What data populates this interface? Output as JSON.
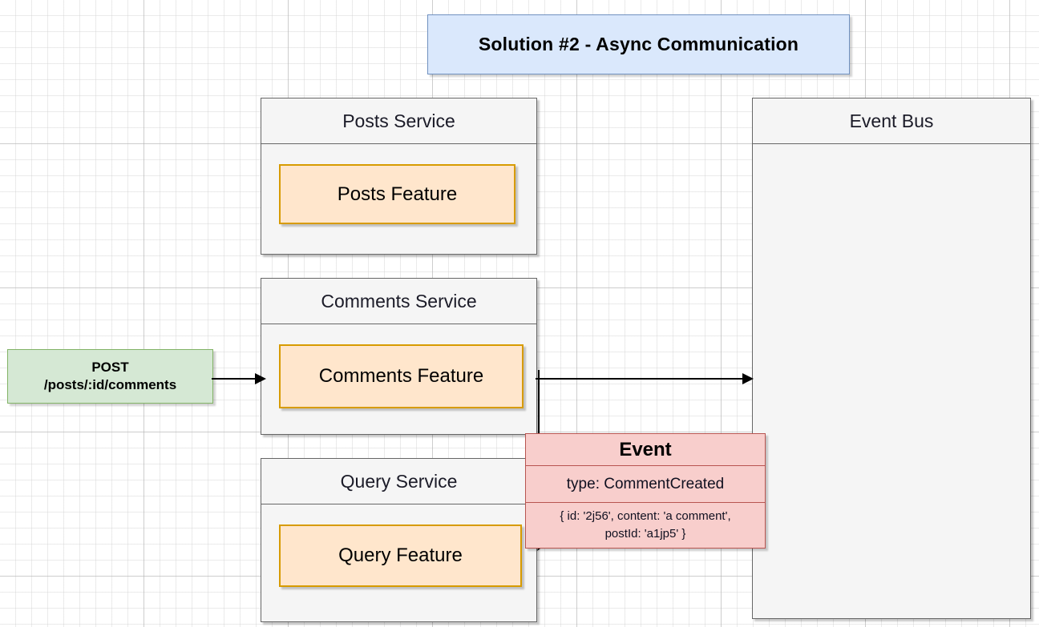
{
  "diagram": {
    "title": "Solution #2 - Async Communication",
    "colors": {
      "title_fill": "#dae8fc",
      "title_stroke": "#7091c0",
      "service_fill": "#f5f5f5",
      "service_stroke": "#666666",
      "feature_fill": "#ffe6cc",
      "feature_stroke": "#d79b00",
      "request_fill": "#d5e8d4",
      "request_stroke": "#82b366",
      "event_fill": "#f8cecc",
      "event_stroke": "#b85450",
      "edge_stroke": "#000000"
    },
    "request": {
      "method": "POST",
      "path": "/posts/:id/comments"
    },
    "services": [
      {
        "id": "posts",
        "header": "Posts Service",
        "feature": "Posts Feature"
      },
      {
        "id": "comments",
        "header": "Comments Service",
        "feature": "Comments Feature"
      },
      {
        "id": "query",
        "header": "Query Service",
        "feature": "Query Feature"
      }
    ],
    "event_bus": {
      "header": "Event Bus",
      "body": ""
    },
    "event_card": {
      "title": "Event",
      "type_line": "type: CommentCreated",
      "payload_line_1": "{ id: '2j56', content: 'a comment',",
      "payload_line_2": "postId: 'a1jp5' }"
    },
    "edges": [
      {
        "id": "post-to-comments",
        "from": "POST /posts/:id/comments",
        "to": "Comments Feature",
        "arrow": "right"
      },
      {
        "id": "comments-to-bus",
        "from": "Comments Feature",
        "to": "Event Bus",
        "arrow": "right"
      },
      {
        "id": "bus-to-query",
        "from": "Event Bus",
        "to": "Query Feature",
        "arrow": "down-left"
      }
    ]
  }
}
